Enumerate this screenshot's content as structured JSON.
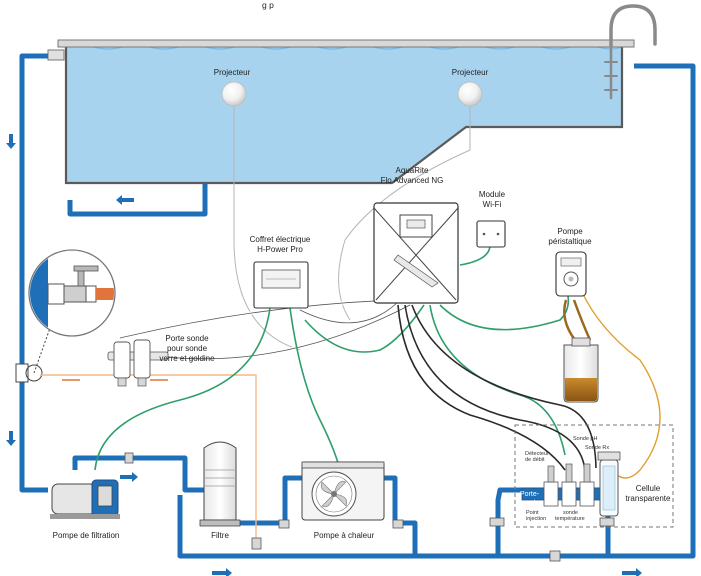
{
  "colors": {
    "pipe": "#1e6fb8",
    "water": "#a7d3ee",
    "cable_green": "#2f9e6a",
    "cable_orange": "#e0a030",
    "arrow": "#1e6fb8",
    "pool_rim": "#7a7a7a"
  },
  "header": {
    "partial_text": "g                                                                                                  p"
  },
  "labels": {
    "projector_left": "Projecteur",
    "projector_right": "Projecteur",
    "aquarite_line1": "AquaRite",
    "aquarite_line2": "Flo Advanced NG",
    "wifi_line1": "Module",
    "wifi_line2": "Wi-Fi",
    "peristaltic_line1": "Pompe",
    "peristaltic_line2": "péristaltique",
    "coffret_line1": "Coffret électrique",
    "coffret_line2": "H-Power Pro",
    "porte_line1": "Porte sonde",
    "porte_line2": "pour sonde",
    "porte_line3": "verre et goldine",
    "pompe_filtration": "Pompe de filtration",
    "filtre": "Filtre",
    "pompe_chaleur": "Pompe à chaleur",
    "cellule_line1": "Cellule",
    "cellule_line2": "transparente",
    "porte_sonde_line1": "Porte-",
    "porte_sonde_line2": "sonde",
    "sonde_ph": "Sonde pH",
    "sonde_redox": "Sonde Rx",
    "detecteur_line1": "Détecteur",
    "detecteur_line2": "de débit",
    "point_line1": "Point",
    "point_line2": "injection",
    "sonde_temp_line1": "sonde",
    "sonde_temp_line2": "température"
  },
  "icons": [
    "arrow-down-icon",
    "arrow-left-icon",
    "arrow-right-icon",
    "fan-icon",
    "valve-icon",
    "pool-ladder-icon",
    "magnifier-icon"
  ]
}
